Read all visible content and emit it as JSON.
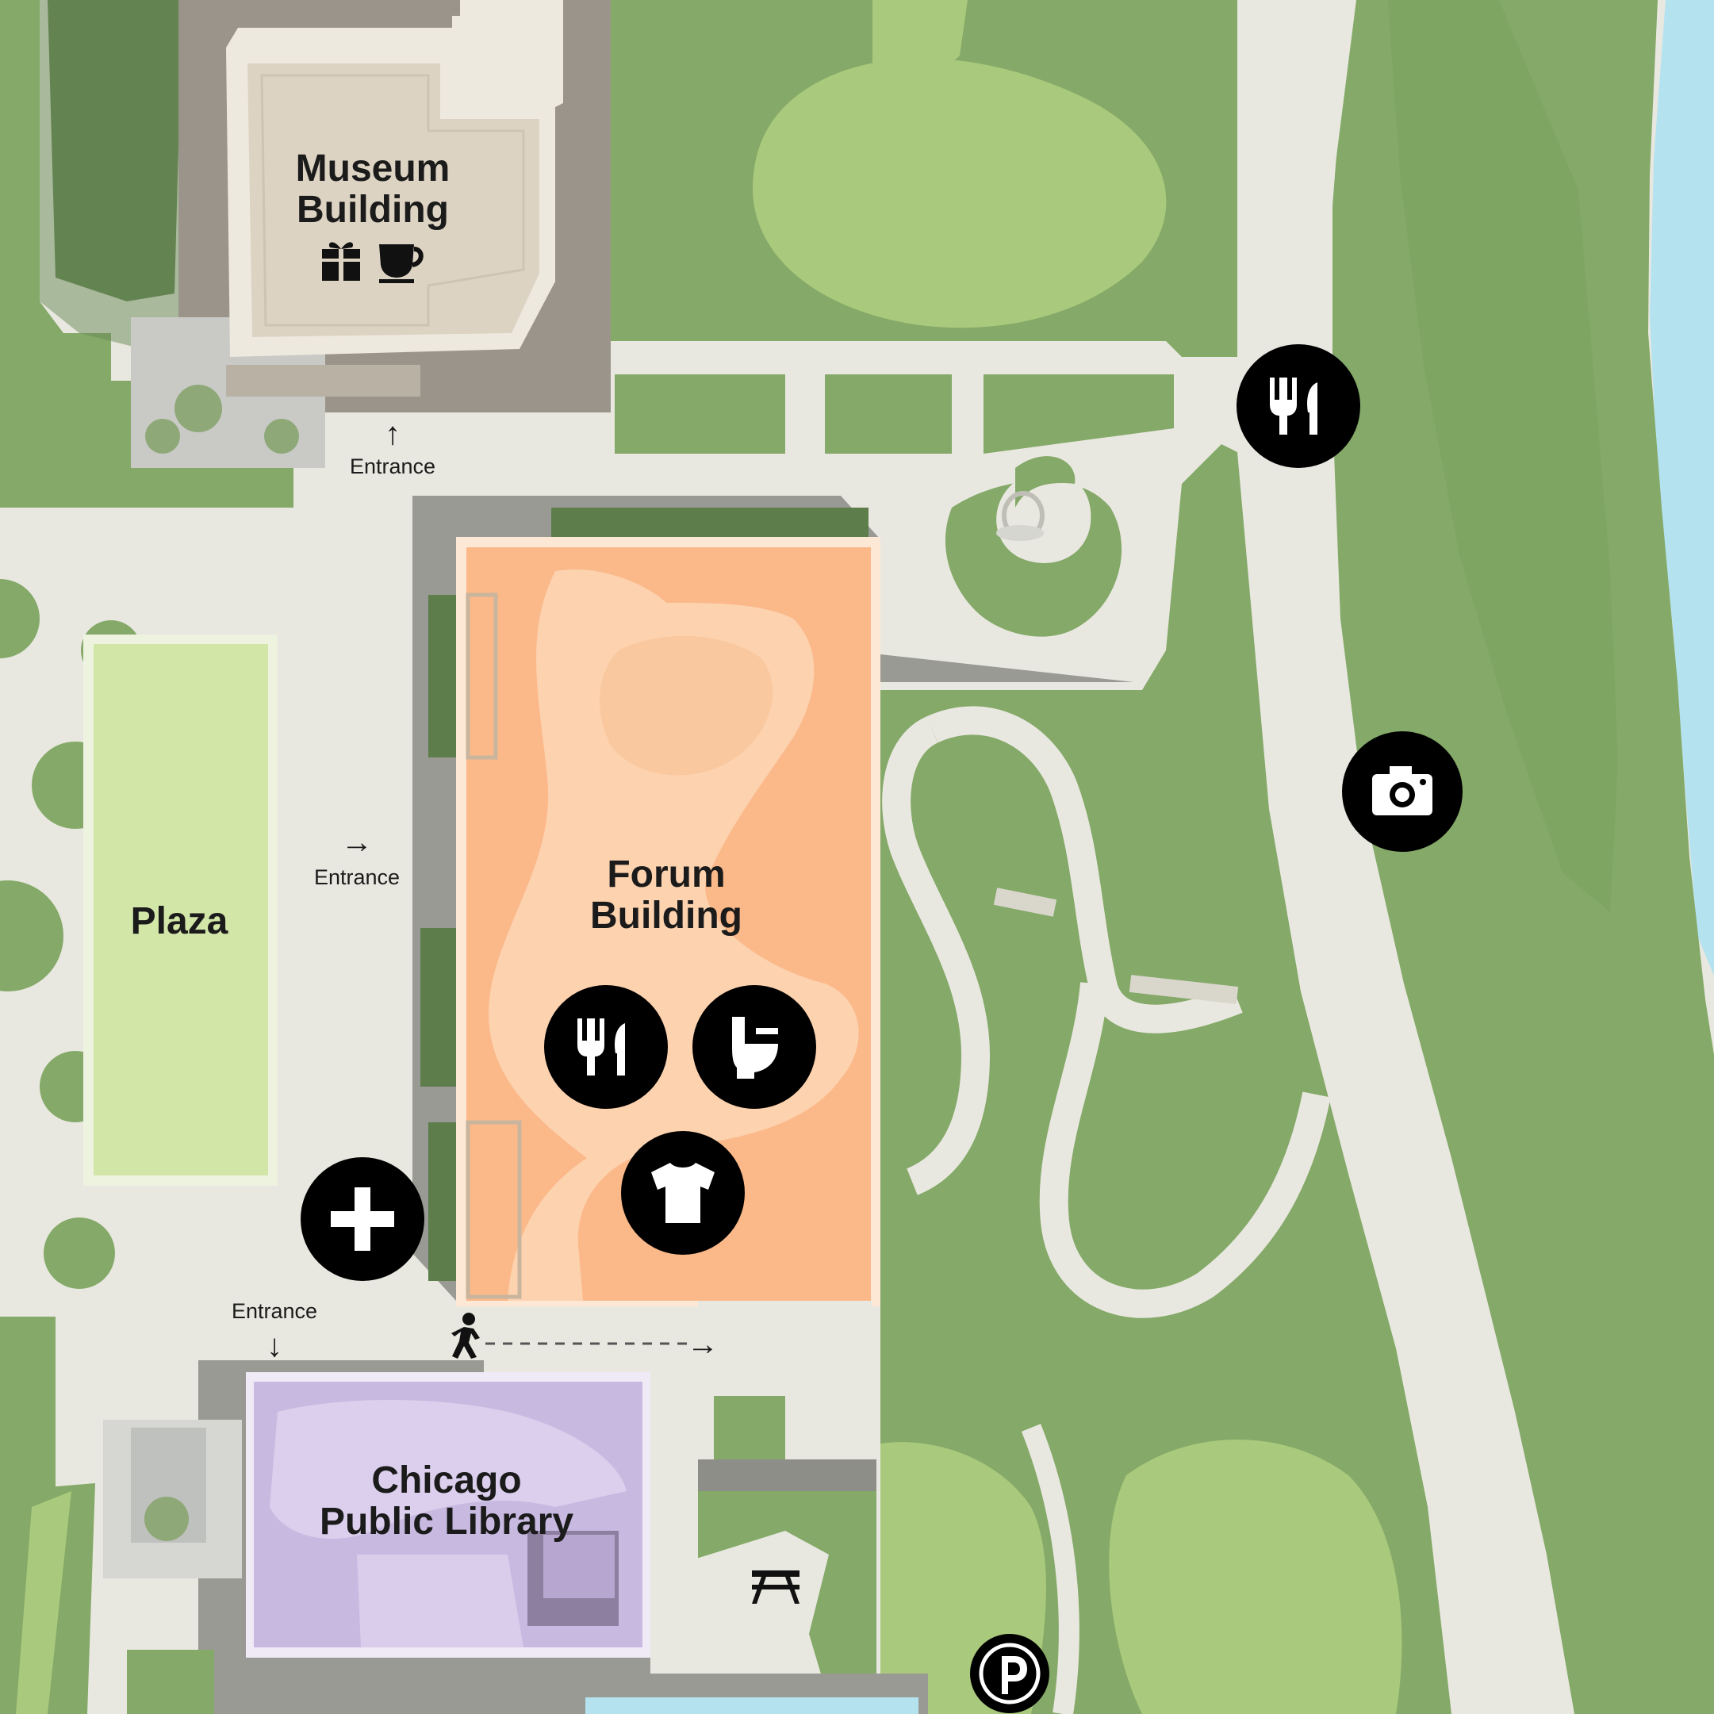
{
  "buildings": {
    "museum": {
      "line1": "Museum",
      "line2": "Building"
    },
    "forum": {
      "line1": "Forum",
      "line2": "Building"
    },
    "plaza": {
      "label": "Plaza"
    },
    "library": {
      "line1": "Chicago",
      "line2": "Public Library"
    }
  },
  "entrances": {
    "museum": "Entrance",
    "forum": "Entrance",
    "library": "Entrance"
  },
  "icons": {
    "museum": [
      "gift-icon",
      "coffee-cup-icon"
    ],
    "forum": [
      "restaurant-icon",
      "restroom-icon",
      "gift-shop-shirt-icon"
    ],
    "other": [
      "restaurant-icon",
      "camera-icon",
      "first-aid-icon",
      "pedestrian-icon",
      "picnic-table-icon",
      "parking-icon",
      "sculpture-icon"
    ]
  },
  "colors": {
    "background": "#e9e8e0",
    "grass": "#84a968",
    "light_grass": "#a9c97c",
    "dark_green": "#5d7d4b",
    "water": "#b4e2ef",
    "museum": "#ddd3c3",
    "forum": "#fbb98a",
    "plaza": "#d2e6a8",
    "library": "#c8b9e1",
    "icon_circle": "#000000"
  }
}
